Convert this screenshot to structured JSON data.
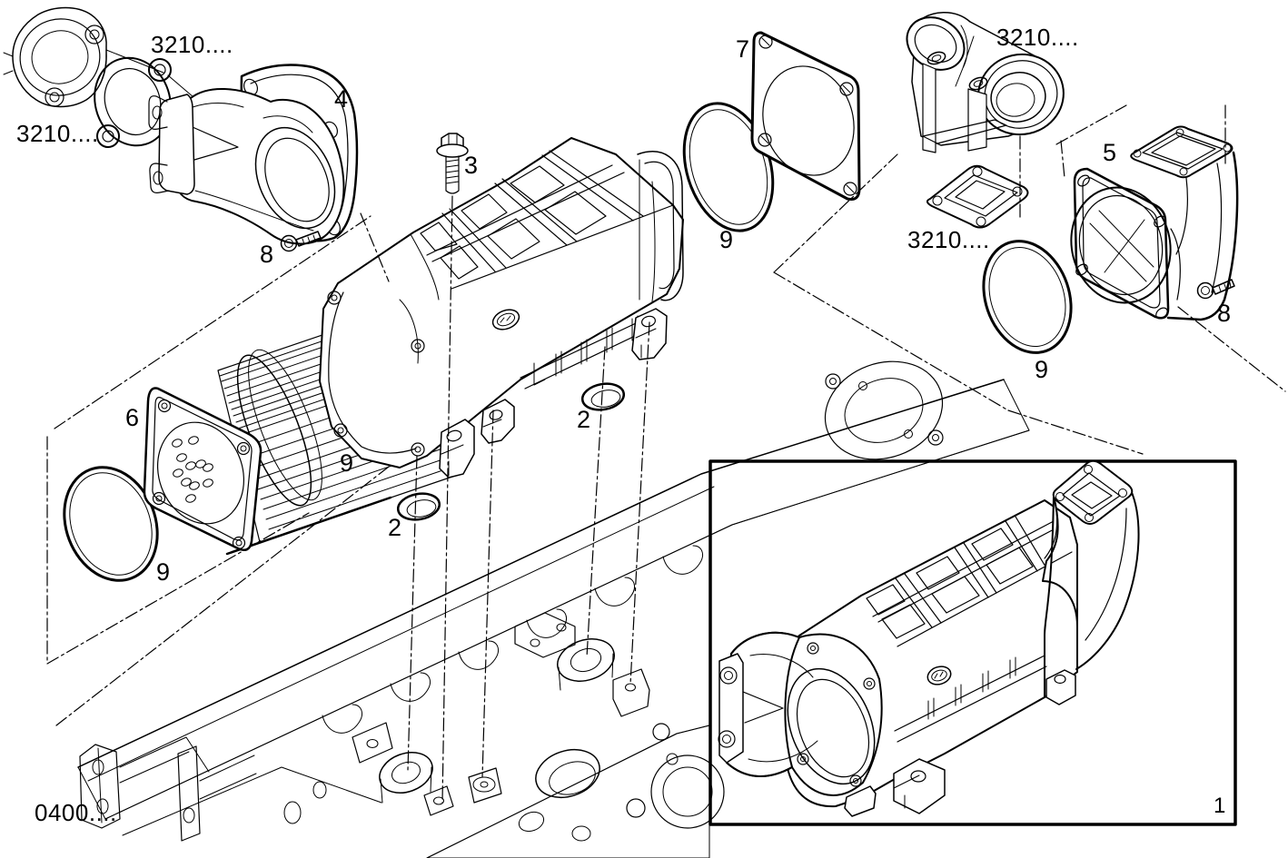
{
  "diagram": {
    "kind": "exploded-parts-diagram",
    "subject": "engine charge-air / EGR cooler assembly on cylinder block",
    "background_color": "#ffffff",
    "line_color": "#000000",
    "callouts": [
      {
        "id": "ref-3210-top-left",
        "text": "3210...."
      },
      {
        "id": "ref-3210-left",
        "text": "3210...."
      },
      {
        "id": "part-4",
        "text": "4"
      },
      {
        "id": "part-3",
        "text": "3"
      },
      {
        "id": "part-8-left",
        "text": "8"
      },
      {
        "id": "part-7",
        "text": "7"
      },
      {
        "id": "part-9-top",
        "text": "9"
      },
      {
        "id": "ref-3210-top-right",
        "text": "3210...."
      },
      {
        "id": "ref-3210-square",
        "text": "3210...."
      },
      {
        "id": "part-5",
        "text": "5"
      },
      {
        "id": "part-8-right",
        "text": "8"
      },
      {
        "id": "part-9-right",
        "text": "9"
      },
      {
        "id": "part-6",
        "text": "6"
      },
      {
        "id": "part-9-core",
        "text": "9"
      },
      {
        "id": "part-2-right",
        "text": "2"
      },
      {
        "id": "part-2-left",
        "text": "2"
      },
      {
        "id": "part-9-left",
        "text": "9"
      },
      {
        "id": "ref-0400",
        "text": "0400...."
      },
      {
        "id": "part-1",
        "text": "1"
      }
    ]
  }
}
